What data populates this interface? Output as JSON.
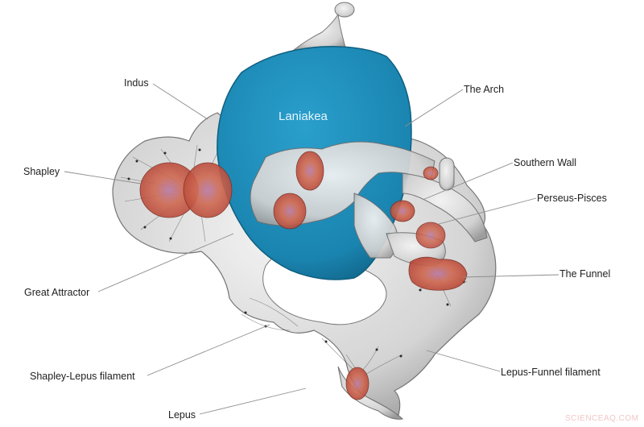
{
  "figure": {
    "central_structure": "Laniakea",
    "colors": {
      "background": "#ffffff",
      "laniakea_fill": "#1b87b3",
      "laniakea_edge": "#0f5f80",
      "filament_fill": "#d9d9d9",
      "filament_edge": "#6e6e6e",
      "attractor_fill": "#c9543c",
      "attractor_core": "#8a5aa8",
      "leader_line": "#8c8c8c",
      "label_text": "#1e1e1e"
    }
  },
  "labels": {
    "laniakea": "Laniakea",
    "indus": "Indus",
    "shapley": "Shapley",
    "great_attractor": "Great Attractor",
    "shapley_lepus": "Shapley-Lepus filament",
    "lepus": "Lepus",
    "the_arch": "The Arch",
    "southern_wall": "Southern Wall",
    "perseus_pisces": "Perseus-Pisces",
    "the_funnel": "The Funnel",
    "lepus_funnel": "Lepus-Funnel filament"
  },
  "watermark": "SCIENCEAQ.COM"
}
